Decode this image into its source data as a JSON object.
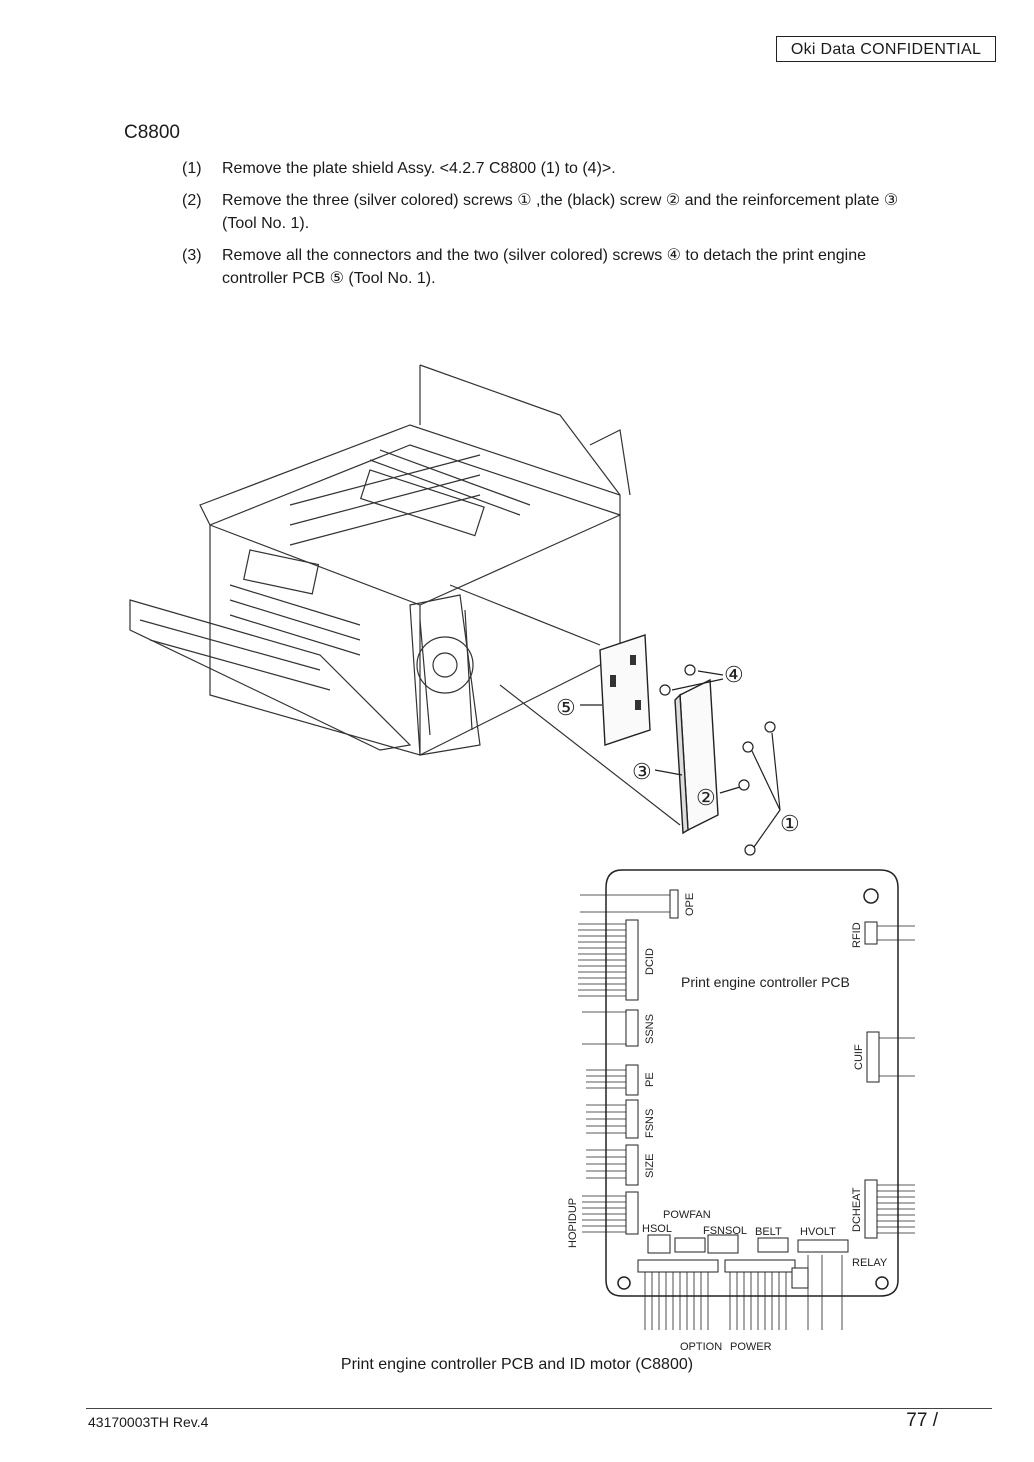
{
  "header": {
    "confidential": "Oki Data CONFIDENTIAL"
  },
  "section": {
    "title": "C8800"
  },
  "steps": [
    {
      "num": "(1)",
      "text": "Remove the plate shield Assy. <4.2.7 C8800 (1) to (4)>."
    },
    {
      "num": "(2)",
      "text": "Remove the three (silver colored) screws ① ,the (black) screw ② and the reinforcement plate ③ (Tool No. 1)."
    },
    {
      "num": "(3)",
      "text": "Remove all the connectors and the two (silver colored) screws ④ to detach the print engine controller PCB ⑤ (Tool No. 1)."
    }
  ],
  "callouts": {
    "c1": "①",
    "c2": "②",
    "c3": "③",
    "c4": "④",
    "c5": "⑤"
  },
  "pcb": {
    "title": "Print engine controller PCB",
    "connectors": {
      "ope": "OPE",
      "dcid": "DCID",
      "ssns": "SSNS",
      "pe": "PE",
      "fsns": "FSNS",
      "size": "SIZE",
      "hopidup": "HOPIDUP",
      "powfan": "POWFAN",
      "hsol": "HSOL",
      "fsnsol": "FSNSOL",
      "belt": "BELT",
      "hvolt": "HVOLT",
      "dcheat": "DCHEAT",
      "relay": "RELAY",
      "rfid": "RFID",
      "cuif": "CUIF",
      "option": "OPTION",
      "power": "POWER"
    }
  },
  "figure": {
    "caption": "Print engine controller PCB and ID motor (C8800)"
  },
  "footer": {
    "doc_id": "43170003TH  Rev.4",
    "page": "77 /"
  }
}
